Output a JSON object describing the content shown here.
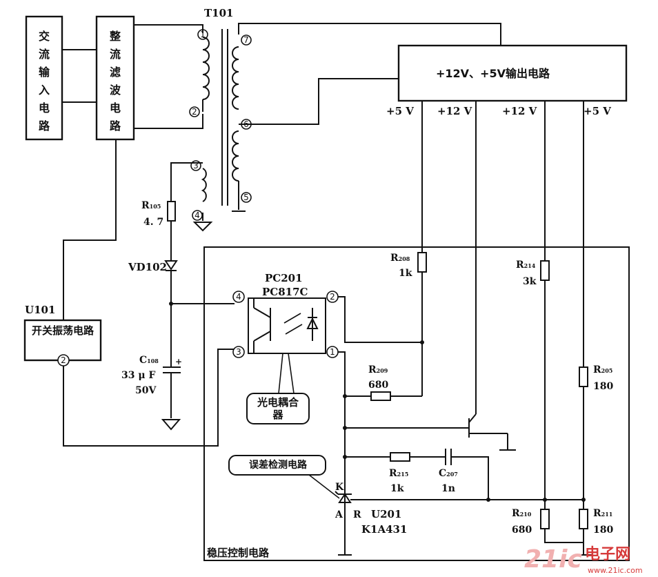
{
  "blocks": {
    "ac_input": "交流输入电路",
    "rectifier": "整流滤波电路",
    "output": "+12V、+5V输出电路",
    "switch_osc": "开关振荡电路",
    "switch_osc_pin": "2",
    "regulator": "稳压控制电路",
    "optocoupler_note": "光电耦合器",
    "error_detect": "误差检测电路"
  },
  "transformer": {
    "name": "T101",
    "pins": [
      "1",
      "2",
      "3",
      "4",
      "5",
      "6",
      "7"
    ]
  },
  "outputs": [
    "+5 V",
    "+12 V",
    "+12 V",
    "+5 V"
  ],
  "components": {
    "u101": "U101",
    "r105": {
      "name": "R",
      "sub": "105",
      "value": "4. 7"
    },
    "vd102": "VD102",
    "c108": {
      "name": "C",
      "sub": "108",
      "value1": "33 μ F",
      "value2": "50V"
    },
    "pc201": {
      "name": "PC201",
      "part": "PC817C",
      "pins": [
        "4",
        "3",
        "2",
        "1"
      ]
    },
    "r208": {
      "name": "R",
      "sub": "208",
      "value": "1k"
    },
    "r209": {
      "name": "R",
      "sub": "209",
      "value": "680"
    },
    "r214": {
      "name": "R",
      "sub": "214",
      "value": "3k"
    },
    "r205": {
      "name": "R",
      "sub": "205",
      "value": "180"
    },
    "r215": {
      "name": "R",
      "sub": "215",
      "value": "1k"
    },
    "c207": {
      "name": "C",
      "sub": "207",
      "value": "1n"
    },
    "r210": {
      "name": "R",
      "sub": "210",
      "value": "680"
    },
    "r211": {
      "name": "R",
      "sub": "211",
      "value": "180"
    },
    "u201": {
      "name": "U201",
      "part": "K1A431",
      "k": "K",
      "a": "A",
      "r": "R"
    }
  },
  "watermark": {
    "brand": "21ic",
    "suffix": "电子网",
    "url": "www.21ic.com",
    "color": "#d63a3a"
  }
}
